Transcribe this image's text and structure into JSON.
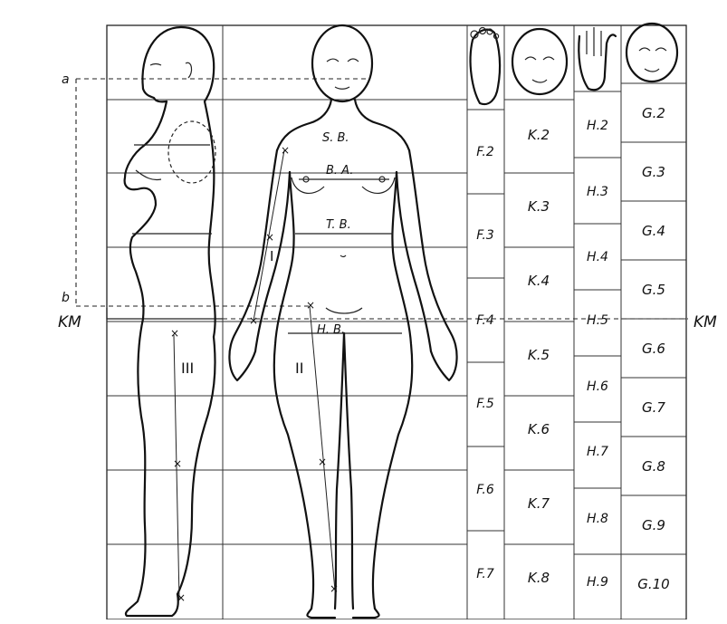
{
  "markers": {
    "a": "a",
    "b": "b",
    "km_left": "KM",
    "km_right": "KM"
  },
  "figure_labels": {
    "sb": "S.  B.",
    "ba": "B.  A.",
    "tb": "T.  B.",
    "hb": "H.   B.",
    "roman1": "I",
    "roman2": "II",
    "roman3": "III"
  },
  "columns": {
    "f": [
      "F.2",
      "F.3",
      "F.4",
      "F.5",
      "F.6",
      "F.7"
    ],
    "k": [
      "K.2",
      "K.3",
      "K.4",
      "K.5",
      "K.6",
      "K.7",
      "K.8"
    ],
    "h": [
      "H.2",
      "H.3",
      "H.4",
      "H.5",
      "H.6",
      "H.7",
      "H.8",
      "H.9"
    ],
    "g": [
      "G.2",
      "G.3",
      "G.4",
      "G.5",
      "G.6",
      "G.7",
      "G.8",
      "G.9",
      "G.10"
    ]
  }
}
